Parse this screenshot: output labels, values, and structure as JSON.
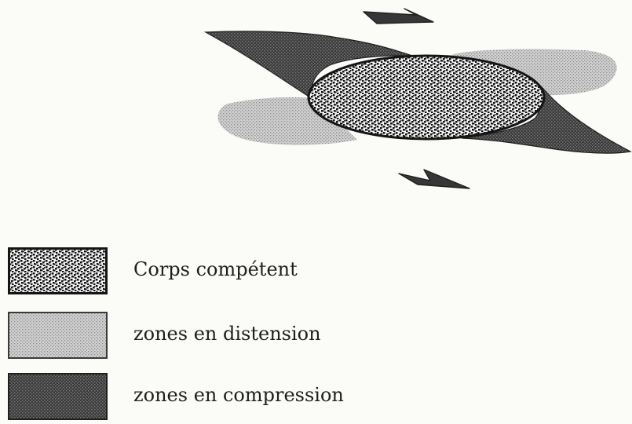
{
  "colors": {
    "background": "#fbfbf8",
    "outline": "#222222",
    "competent_fill": "#111111",
    "distension_fill": "#a9a9a9",
    "compression_fill": "#555555"
  },
  "icons": {
    "upper_arrow": "half-arrow-right-icon",
    "lower_arrow": "half-arrow-left-icon"
  },
  "legend": {
    "items": [
      {
        "id": "competent",
        "label": "Corps compétent"
      },
      {
        "id": "distension",
        "label": "zones en distension"
      },
      {
        "id": "compression",
        "label": "zones en compression"
      }
    ]
  }
}
